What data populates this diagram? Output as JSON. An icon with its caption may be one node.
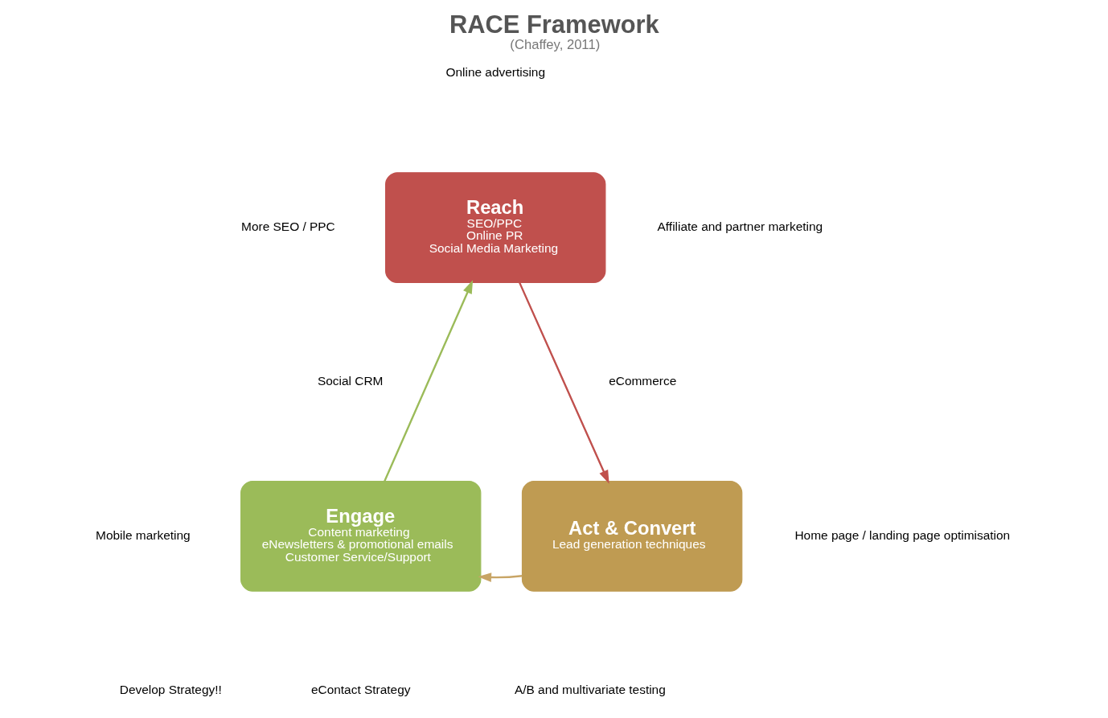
{
  "diagram": {
    "title": "RACE Framework",
    "caption": "(Chaffey, 2011)",
    "nodes": [
      {
        "text": [
          "Reach",
          "SEO/PPC",
          "Online PR",
          "Social Media Marketing"
        ]
      },
      {
        "text": [
          "Act & Convert",
          "Lead generation techniques"
        ]
      },
      {
        "text": [
          "Engage",
          "Content marketing",
          "eNewsletters & promotional emails",
          "Customer Service/Support"
        ]
      }
    ],
    "edges": [
      {
        "from": 0,
        "to": 1,
        "arrow": "to",
        "color": "#c0504d"
      },
      {
        "from": 1,
        "to": 2,
        "arrow": "to",
        "color": "#c8a566"
      },
      {
        "from": 2,
        "to": 0,
        "arrow": "to",
        "color": "#9bbb59"
      }
    ],
    "labels": [
      "Online advertising",
      "More SEO / PPC",
      "Affiliate and partner marketing",
      "Social CRM",
      "eCommerce",
      "Mobile marketing",
      "Home page / landing page optimisation",
      "Develop Strategy!!",
      "eContact Strategy",
      "A/B and multivariate testing"
    ]
  }
}
